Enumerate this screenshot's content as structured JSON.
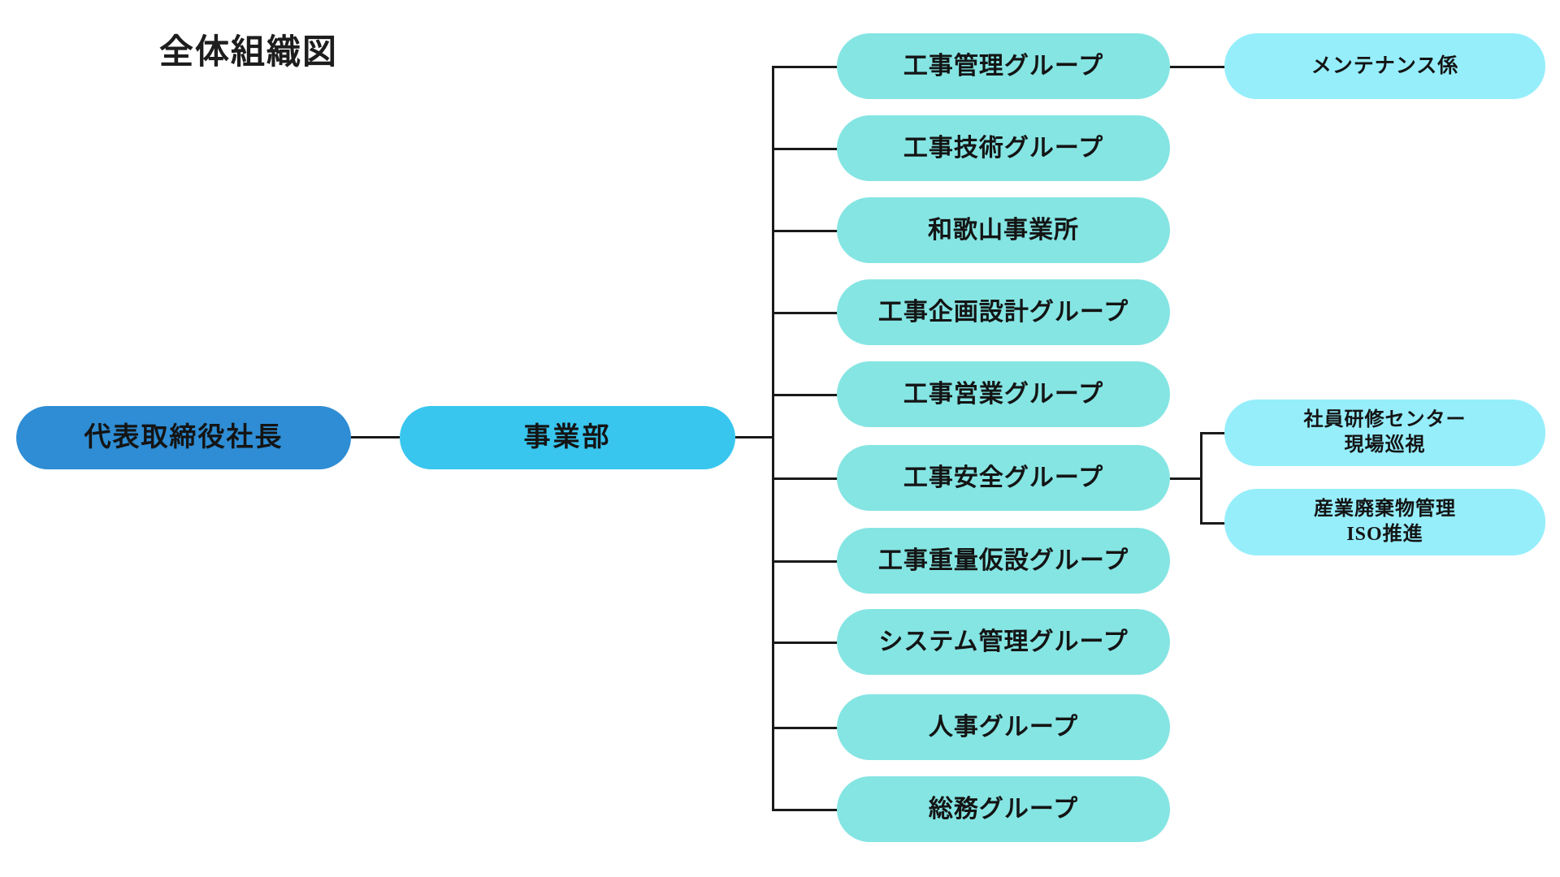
{
  "title": "全体組織図",
  "colors": {
    "root": "#2E8DD4",
    "division": "#38C6EE",
    "group": "#85E5E3",
    "sub": "#96EEFB",
    "line": "#1a1a1a",
    "text": "#141414",
    "background": "#ffffff"
  },
  "chart_data": {
    "type": "org-chart",
    "orientation": "left-to-right",
    "levels": 4,
    "root": {
      "id": "root",
      "label": "代表取締役社長"
    },
    "division": {
      "id": "division",
      "label": "事業部",
      "parent": "root"
    },
    "groups": [
      {
        "id": "g1",
        "label": "工事管理グループ",
        "parent": "division"
      },
      {
        "id": "g2",
        "label": "工事技術グループ",
        "parent": "division"
      },
      {
        "id": "g3",
        "label": "和歌山事業所",
        "parent": "division"
      },
      {
        "id": "g4",
        "label": "工事企画設計グループ",
        "parent": "division"
      },
      {
        "id": "g5",
        "label": "工事営業グループ",
        "parent": "division"
      },
      {
        "id": "g6",
        "label": "工事安全グループ",
        "parent": "division"
      },
      {
        "id": "g7",
        "label": "工事重量仮設グループ",
        "parent": "division"
      },
      {
        "id": "g8",
        "label": "システム管理グループ",
        "parent": "division"
      },
      {
        "id": "g9",
        "label": "人事グループ",
        "parent": "division"
      },
      {
        "id": "g10",
        "label": "総務グループ",
        "parent": "division"
      }
    ],
    "subunits": [
      {
        "id": "s1",
        "label": "メンテナンス係",
        "parent": "g1"
      },
      {
        "id": "s2",
        "label": "社員研修センター\n現場巡視",
        "parent": "g6"
      },
      {
        "id": "s3",
        "label": "産業廃棄物管理\nISO推進",
        "parent": "g6"
      }
    ]
  }
}
